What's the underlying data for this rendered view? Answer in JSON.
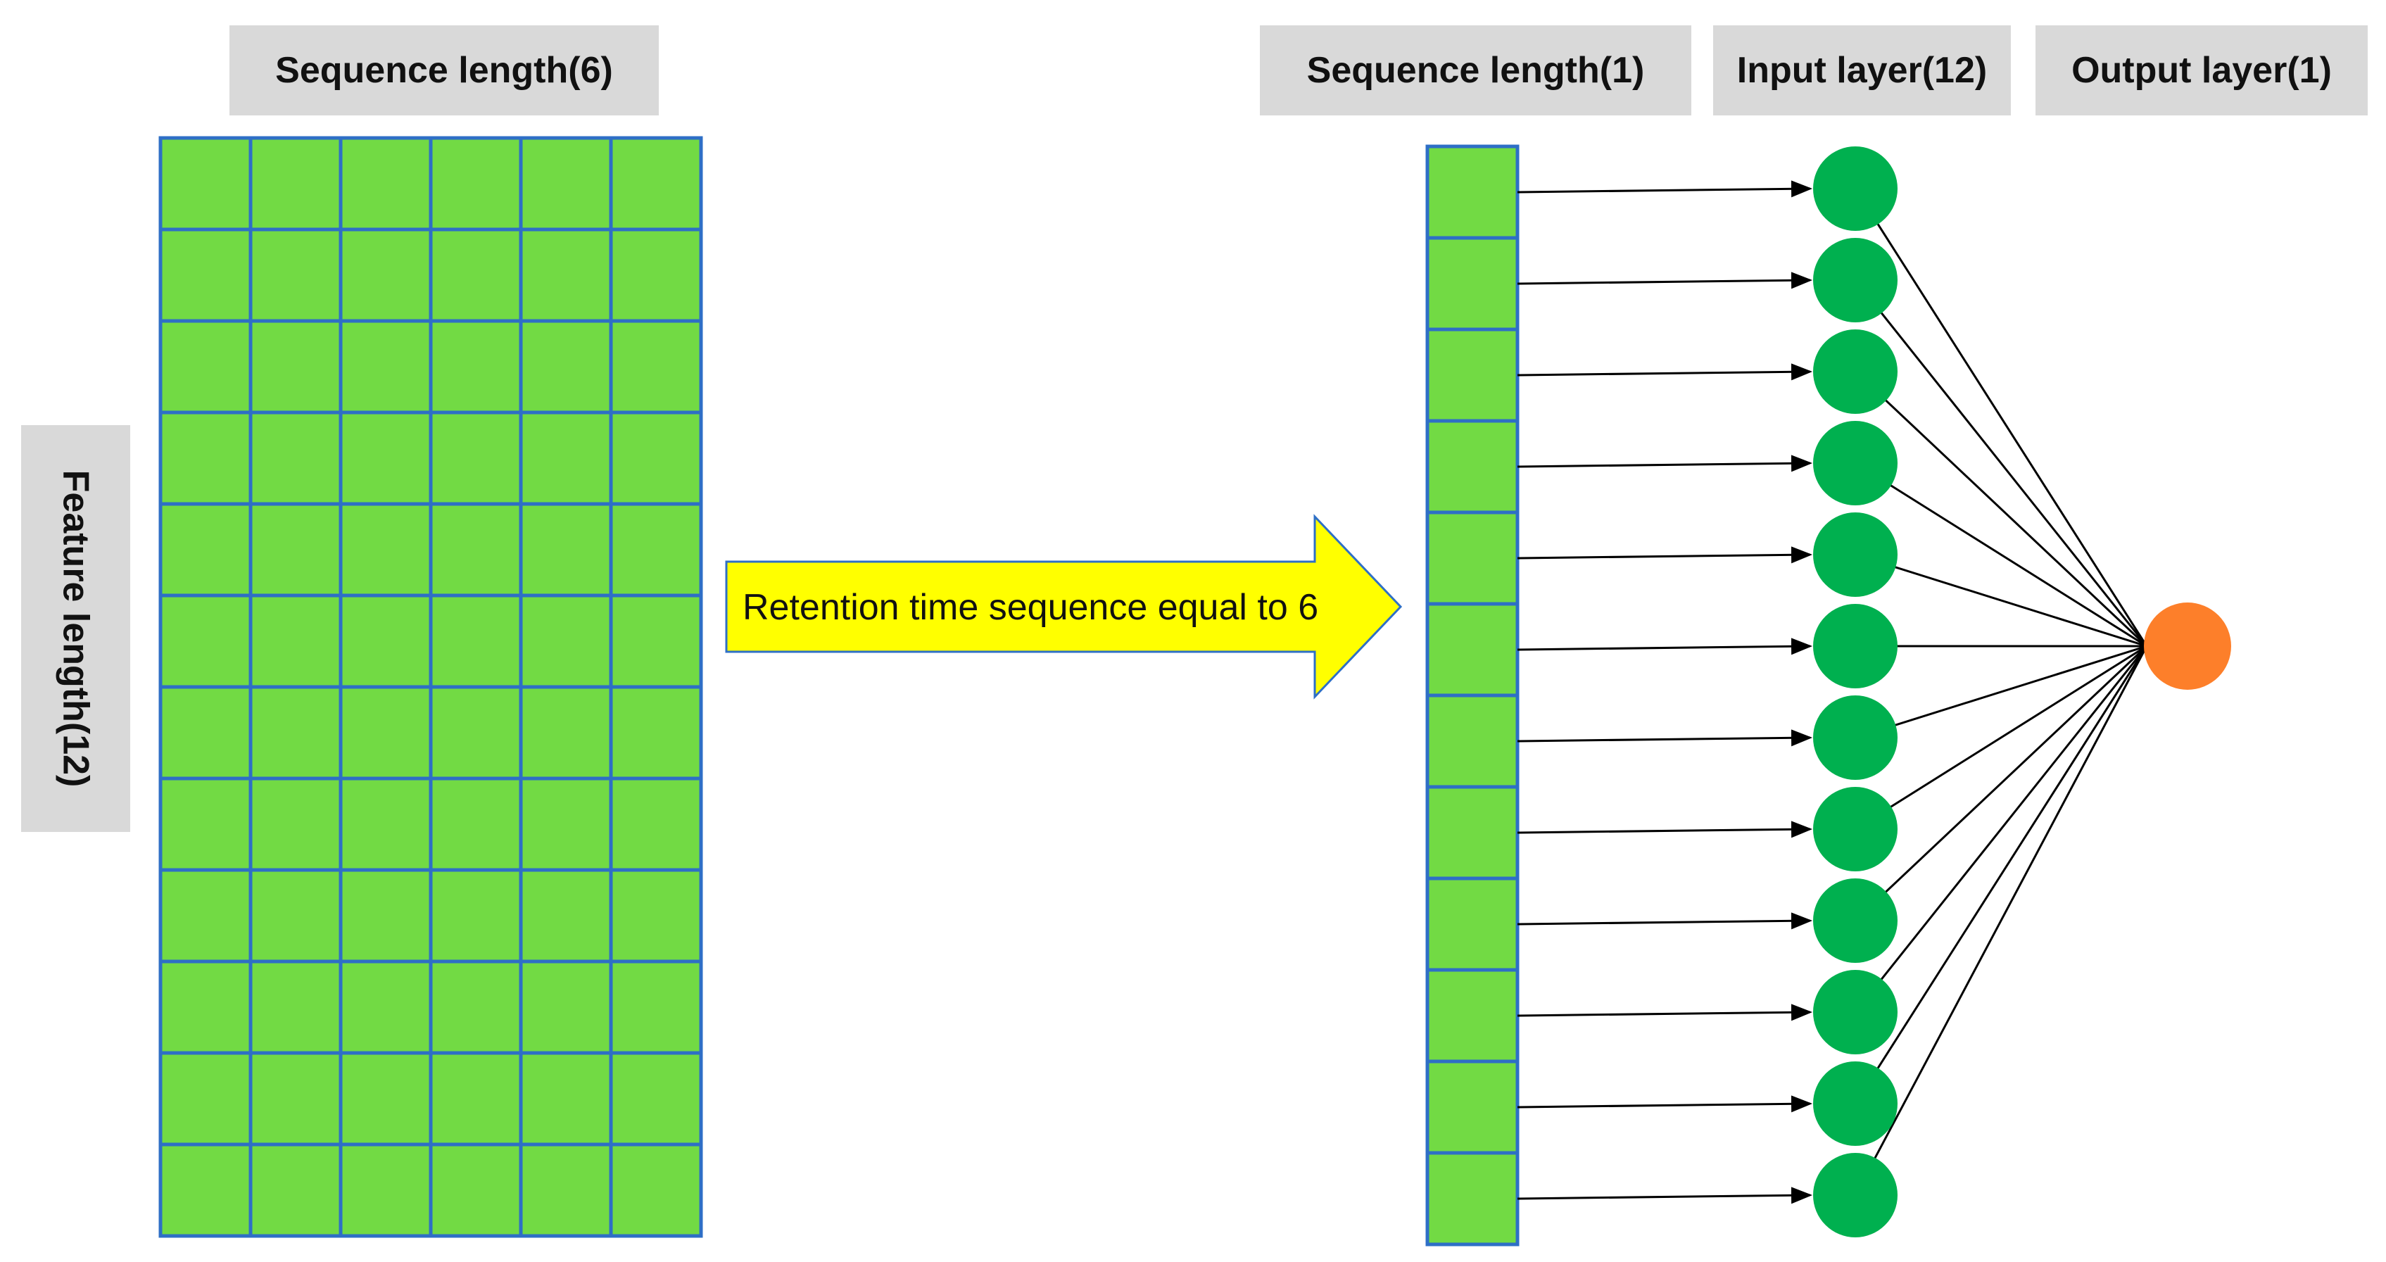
{
  "labels": {
    "sequence_length_left": "Sequence length(6)",
    "feature_length": "Feature length(12)",
    "sequence_length_right": "Sequence length(1)",
    "input_layer": "Input layer(12)",
    "output_layer": "Output layer(1)"
  },
  "transform_arrow": {
    "text": "Retention time sequence equal to 6"
  },
  "grid": {
    "rows": 12,
    "cols": 6
  },
  "vector": {
    "rows": 12
  },
  "input_nodes": {
    "count": 12
  },
  "output_nodes": {
    "count": 1
  },
  "colors": {
    "cell_fill": "#72da44",
    "cell_border": "#2e6fc6",
    "input_node": "#00b04f",
    "output_node": "#fd7f2a",
    "arrow_fill": "#ffff00",
    "arrow_stroke": "#2e6fc6",
    "label_bg": "#d9d9d9",
    "line": "#000000"
  }
}
